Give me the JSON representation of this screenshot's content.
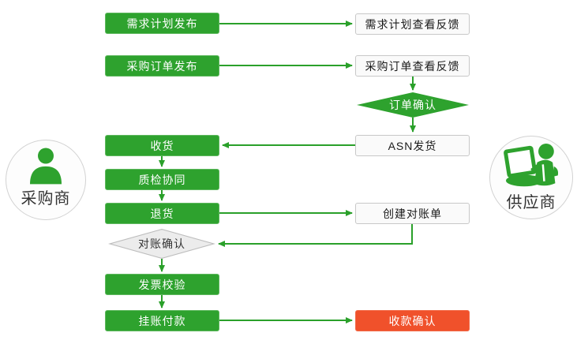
{
  "diagram": {
    "actors": {
      "buyer": {
        "label": "采购商"
      },
      "supplier": {
        "label": "供应商"
      }
    },
    "nodes": {
      "demand_plan_publish": {
        "label": "需求计划发布",
        "type": "process",
        "actor": "buyer"
      },
      "demand_plan_feedback": {
        "label": "需求计划查看反馈",
        "type": "process",
        "actor": "supplier"
      },
      "po_publish": {
        "label": "采购订单发布",
        "type": "process",
        "actor": "buyer"
      },
      "po_feedback": {
        "label": "采购订单查看反馈",
        "type": "process",
        "actor": "supplier"
      },
      "order_confirm": {
        "label": "订单确认",
        "type": "decision",
        "actor": "supplier"
      },
      "asn_ship": {
        "label": "ASN发货",
        "type": "process",
        "actor": "supplier"
      },
      "receive_goods": {
        "label": "收货",
        "type": "process",
        "actor": "buyer"
      },
      "quality_collab": {
        "label": "质检协同",
        "type": "process",
        "actor": "buyer"
      },
      "return_goods": {
        "label": "退货",
        "type": "process",
        "actor": "buyer"
      },
      "create_statement": {
        "label": "创建对账单",
        "type": "process",
        "actor": "supplier"
      },
      "statement_confirm": {
        "label": "对账确认",
        "type": "decision",
        "actor": "buyer"
      },
      "invoice_check": {
        "label": "发票校验",
        "type": "process",
        "actor": "buyer"
      },
      "pending_payment": {
        "label": "挂账付款",
        "type": "process",
        "actor": "buyer"
      },
      "payment_confirm": {
        "label": "收款确认",
        "type": "highlight",
        "actor": "supplier"
      }
    },
    "edges": [
      {
        "from": "demand_plan_publish",
        "to": "demand_plan_feedback"
      },
      {
        "from": "po_publish",
        "to": "po_feedback"
      },
      {
        "from": "po_feedback",
        "to": "order_confirm"
      },
      {
        "from": "order_confirm",
        "to": "asn_ship"
      },
      {
        "from": "asn_ship",
        "to": "receive_goods"
      },
      {
        "from": "receive_goods",
        "to": "quality_collab"
      },
      {
        "from": "quality_collab",
        "to": "return_goods"
      },
      {
        "from": "return_goods",
        "to": "create_statement"
      },
      {
        "from": "create_statement",
        "to": "statement_confirm"
      },
      {
        "from": "statement_confirm",
        "to": "invoice_check"
      },
      {
        "from": "invoice_check",
        "to": "pending_payment"
      },
      {
        "from": "pending_payment",
        "to": "payment_confirm"
      }
    ],
    "colors": {
      "process_green": "#2ea22e",
      "highlight_red": "#f0512b",
      "connector_green": "#2aa02a",
      "decision_fill": "#ececec",
      "decision_border": "#bdbdbd",
      "plain_box_fill": "#fafafa",
      "plain_box_border": "#c8c8c8"
    }
  }
}
